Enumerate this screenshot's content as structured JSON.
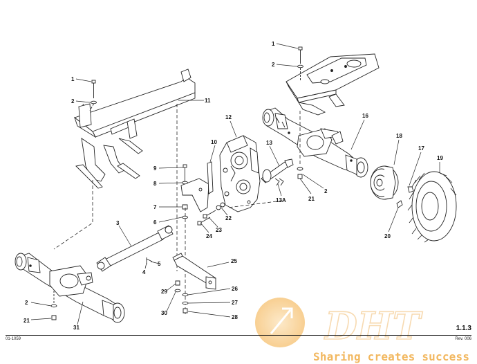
{
  "drawing": {
    "callouts": [
      {
        "label": "1"
      },
      {
        "label": "2"
      },
      {
        "label": "1"
      },
      {
        "label": "2"
      },
      {
        "label": "11"
      },
      {
        "label": "12"
      },
      {
        "label": "16"
      },
      {
        "label": "13"
      },
      {
        "label": "10"
      },
      {
        "label": "18"
      },
      {
        "label": "17"
      },
      {
        "label": "19"
      },
      {
        "label": "9"
      },
      {
        "label": "8"
      },
      {
        "label": "2"
      },
      {
        "label": "21"
      },
      {
        "label": "13A"
      },
      {
        "label": "7"
      },
      {
        "label": "22"
      },
      {
        "label": "6"
      },
      {
        "label": "23"
      },
      {
        "label": "24"
      },
      {
        "label": "20"
      },
      {
        "label": "3"
      },
      {
        "label": "5"
      },
      {
        "label": "4"
      },
      {
        "label": "25"
      },
      {
        "label": "29"
      },
      {
        "label": "26"
      },
      {
        "label": "27"
      },
      {
        "label": "2"
      },
      {
        "label": "30"
      },
      {
        "label": "28"
      },
      {
        "label": "21"
      },
      {
        "label": "31"
      }
    ]
  },
  "footer": {
    "page_number": "1.1.3",
    "revision": "Rev. 006",
    "figure_id": "01-1059"
  },
  "watermark": {
    "logo_text": "DHT",
    "tagline": "Sharing creates success",
    "color": "#f2b860"
  }
}
